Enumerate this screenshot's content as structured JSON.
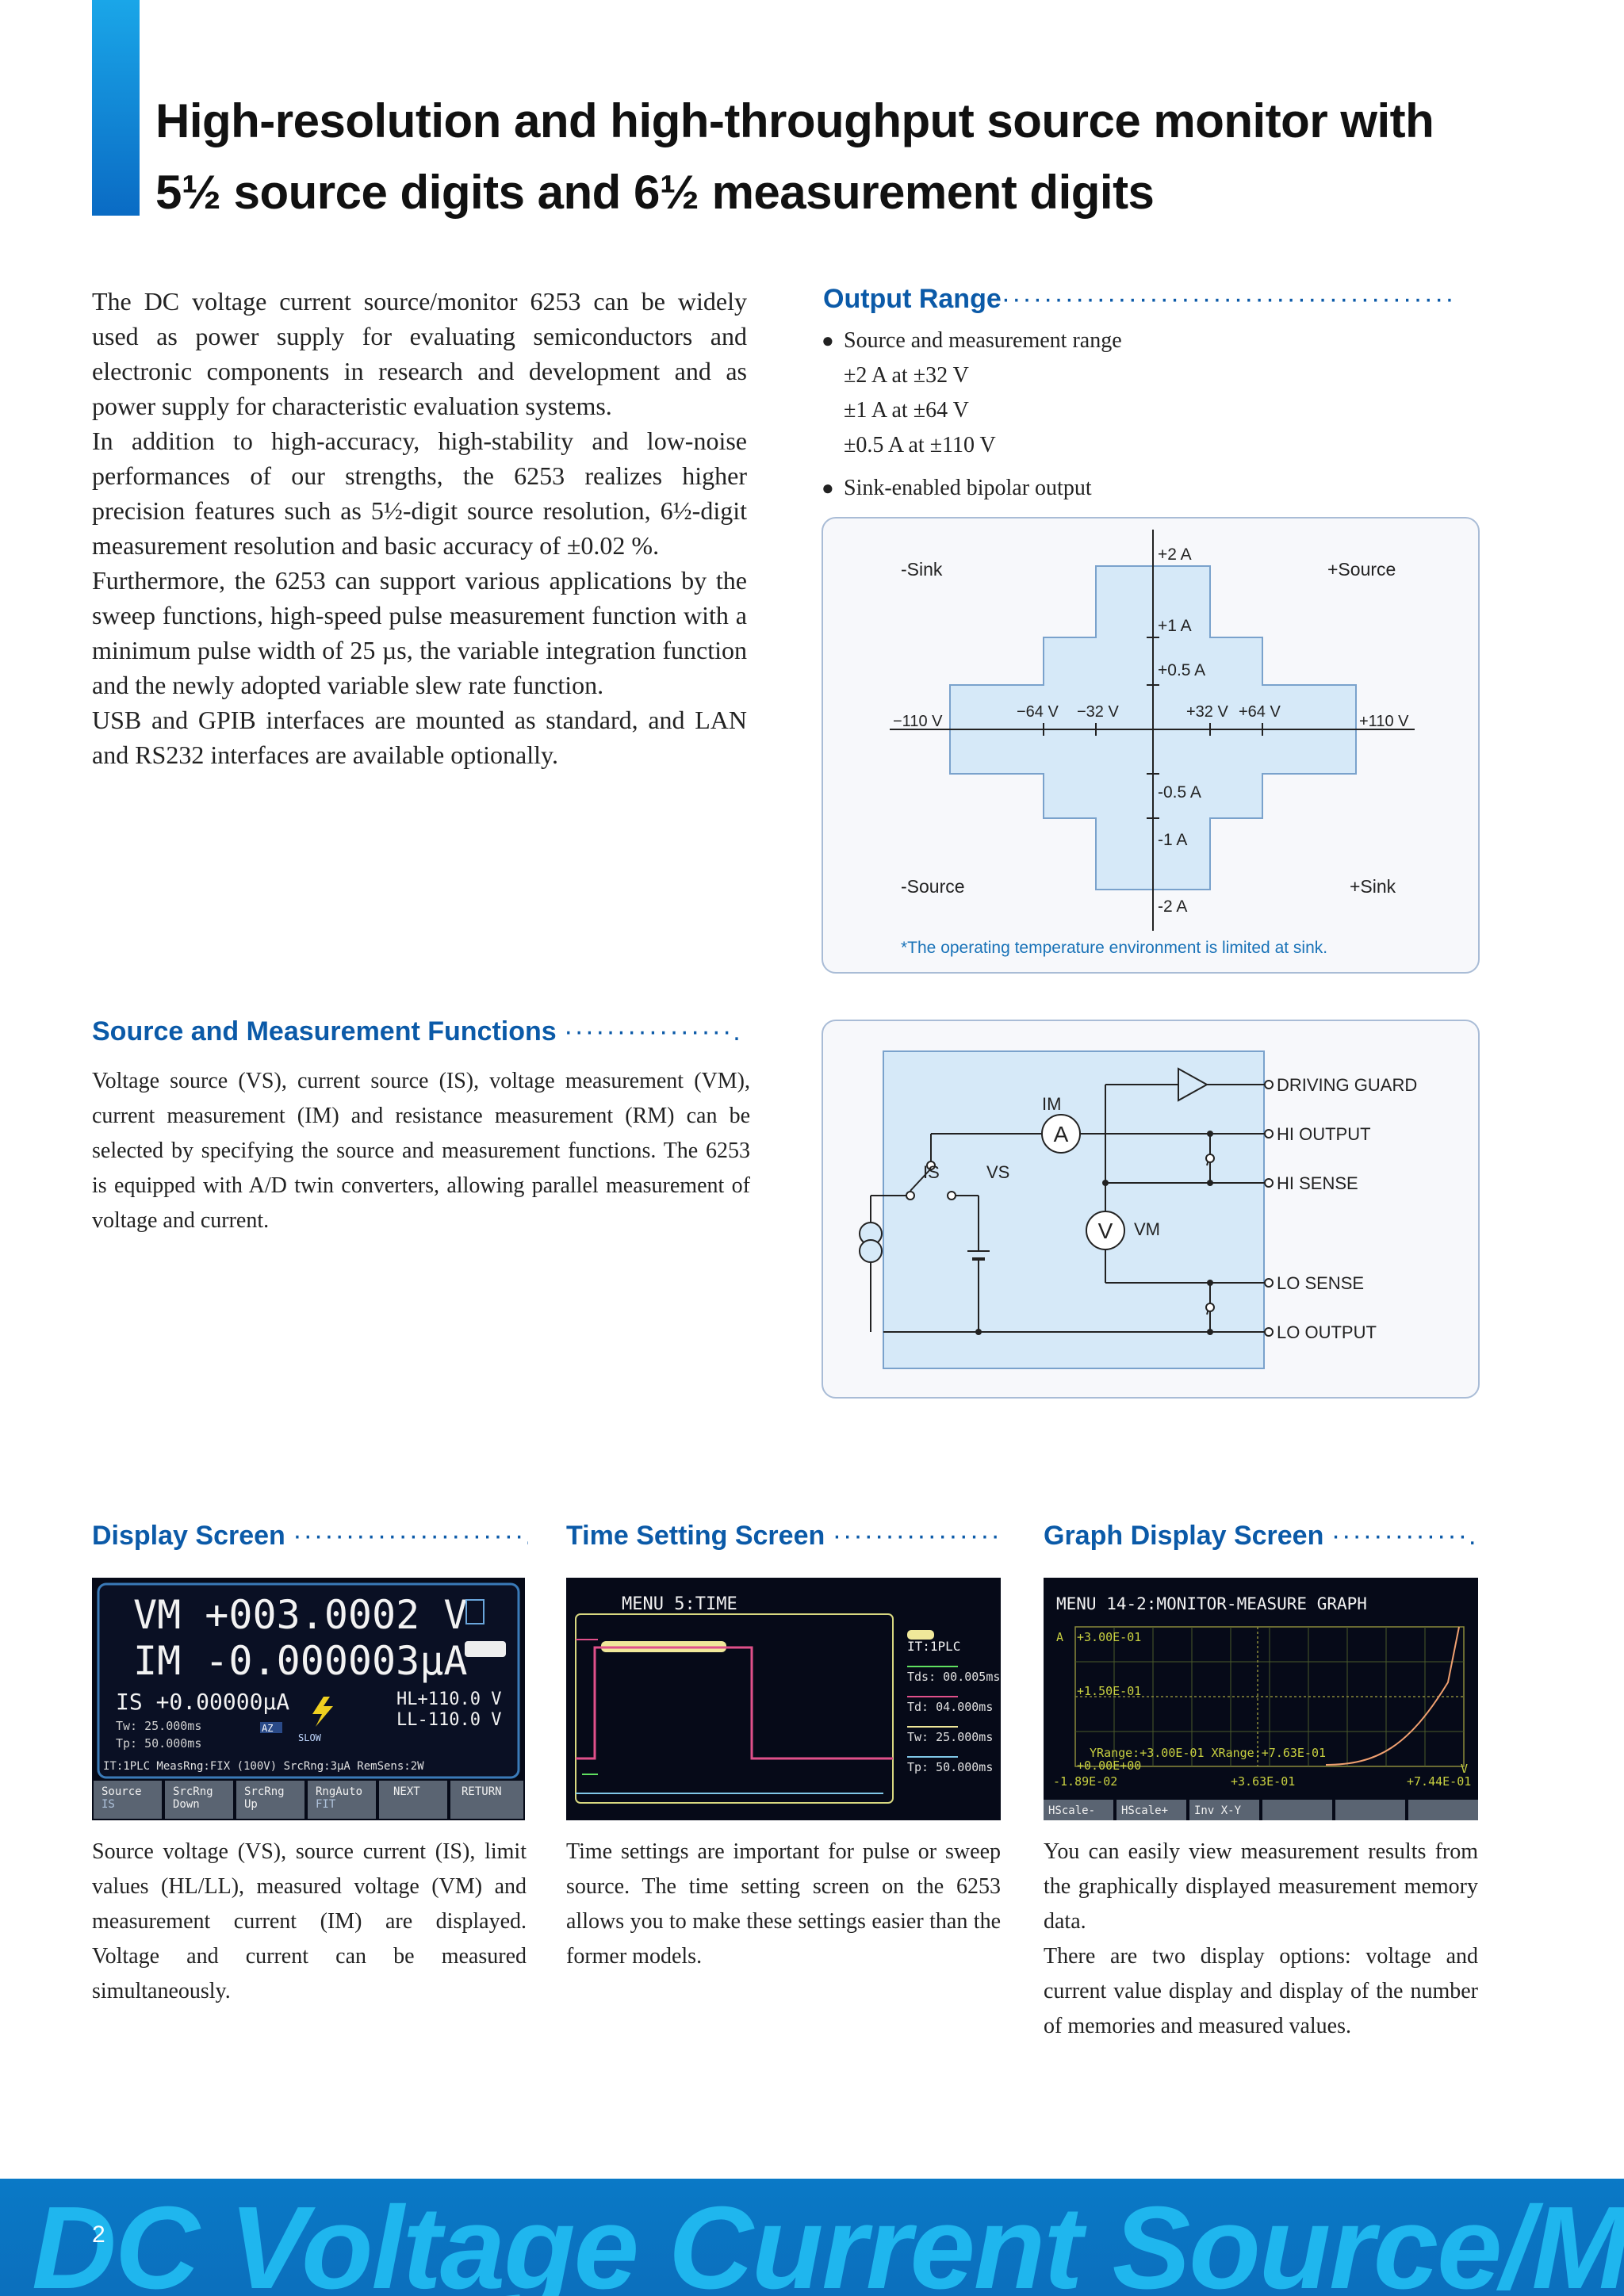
{
  "title": {
    "line1": "High-resolution and high-throughput source monitor with",
    "line2": "5½ source digits and 6½ measurement digits"
  },
  "intro": {
    "paragraphs": [
      "The DC voltage current source/monitor 6253 can be widely used as power supply for evaluating semiconductors and electronic components in research and development and as power supply for characteristic evaluation systems.",
      "In addition to high-accuracy, high-stability and low-noise performances of our strengths, the 6253 realizes higher precision features such as 5½-digit source resolution, 6½-digit measurement resolution and basic accuracy of ±0.02 %.",
      "Furthermore, the 6253 can support various applications by the sweep functions, high-speed pulse measurement function with a minimum pulse width of 25 µs, the variable integration function and the newly adopted variable slew rate function.",
      "USB and GPIB interfaces are mounted as standard, and LAN and RS232 interfaces are available optionally."
    ]
  },
  "output_range": {
    "heading": "Output Range",
    "dots": "···········································",
    "bullet1": "Source and measurement range",
    "ranges": [
      "±2 A at ±32 V",
      "±1 A at ±64 V",
      "±0.5 A at ±110 V"
    ],
    "bullet2": "Sink-enabled bipolar output",
    "bullet_symbol": "●"
  },
  "range_diagram": {
    "quadrants": {
      "top_left": "-Sink",
      "top_right": "+Source",
      "bottom_left": "-Source",
      "bottom_right": "+Sink"
    },
    "y_labels": {
      "p2": "+2 A",
      "p1": "+1 A",
      "p05": "+0.5 A",
      "n05": "-0.5 A",
      "n1": "-1 A",
      "n2": "-2 A"
    },
    "x_labels": {
      "n110": "−110 V",
      "n64": "−64 V",
      "n32": "−32 V",
      "p32": "+32 V",
      "p64": "+64 V",
      "p110": "+110 V"
    },
    "note": "*The operating temperature environment is limited at sink.",
    "fill_color": "#d6e9f8",
    "stroke_color": "#7aa2cc"
  },
  "source_measurement": {
    "heading": "Source and Measurement Functions",
    "dots": "················.",
    "text": "Voltage source (VS), current source (IS), voltage measurement (VM), current measurement (IM) and resistance measurement (RM) can be selected by specifying the source and measurement functions. The 6253 is equipped with A/D twin converters, allowing parallel measurement of voltage and current."
  },
  "circuit": {
    "labels": {
      "driving_guard": "DRIVING GUARD",
      "hi_output": "HI OUTPUT",
      "hi_sense": "HI SENSE",
      "lo_sense": "LO SENSE",
      "lo_output": "LO OUTPUT",
      "im": "IM",
      "is": "IS",
      "vs": "VS",
      "vm": "VM",
      "ammeter": "A",
      "voltmeter": "V"
    }
  },
  "display_screen": {
    "heading": "Display Screen",
    "dots": "······················.",
    "screen": {
      "vm": "VM +003.0002 V",
      "im": "IM -0.000003µA",
      "is": "IS +0.00000µA",
      "hl": "HL+110.0 V",
      "ll": "LL-110.0 V",
      "tw": "Tw: 25.000ms",
      "tp": "Tp: 50.000ms",
      "az": "AZ",
      "slow": "SLOW",
      "status": "IT:1PLC    MeasRng:FIX (100V)   SrcRng:3µA    RemSens:2W",
      "softkeys": [
        "Source",
        "SrcRng",
        "SrcRng",
        "RngAuto",
        "NEXT",
        "RETURN"
      ],
      "softkeys2": [
        "IS",
        "Down",
        "Up",
        "FIT",
        "",
        ""
      ]
    },
    "description": "Source voltage (VS), source current (IS), limit values (HL/LL), measured voltage (VM) and measurement current (IM) are displayed. Voltage and current can be measured simultaneously."
  },
  "time_screen": {
    "heading": "Time Setting Screen",
    "dots": "················.",
    "screen": {
      "menu": "MENU 5:TIME",
      "it": "IT:1PLC",
      "tds": "Tds: 00.005ms",
      "td": "Td: 04.000ms",
      "tw": "Tw: 25.000ms",
      "tp": "Tp: 50.000ms"
    },
    "description": "Time settings are important for pulse or sweep source. The time setting screen on the 6253 allows you to make these settings easier than the former models."
  },
  "graph_screen": {
    "heading": "Graph Display Screen",
    "dots": "·············.",
    "screen": {
      "menu": "MENU 14-2:MONITOR-MEASURE GRAPH",
      "axis_a": "A",
      "ymax": "+3.00E-01",
      "ymid": "+1.50E-01",
      "yrange": "YRange:+3.00E-01 XRange:+7.63E-01",
      "yzero": "+0.00E+00",
      "axis_v": "V",
      "xmin": "-1.89E-02",
      "xmid": "+3.63E-01",
      "xmax": "+7.44E-01",
      "softkeys": [
        "HScale-",
        "HScale+",
        "Inv X-Y",
        "",
        "",
        ""
      ]
    },
    "description1": "You can easily view measurement results from the graphically displayed measurement memory data.",
    "description2": "There are two display options: voltage and current value display and display of the number of memories and measured values."
  },
  "footer": {
    "text": "DC Voltage Current Source/Monitor",
    "page": "2"
  }
}
